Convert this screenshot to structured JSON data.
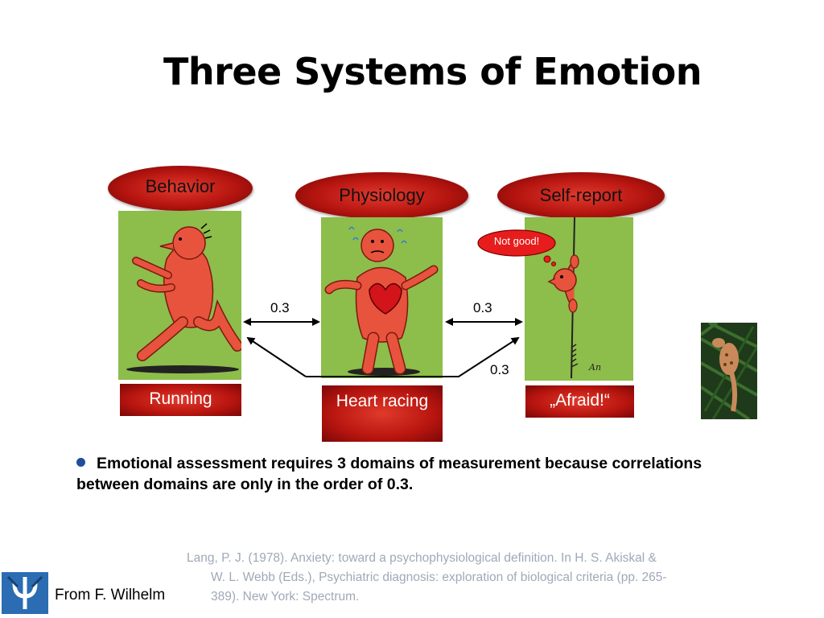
{
  "title": "Three Systems of Emotion",
  "systems": [
    {
      "name": "Behavior",
      "caption": "Running"
    },
    {
      "name": "Physiology",
      "caption": "Heart racing"
    },
    {
      "name": "Self-report",
      "caption": "„Afraid!“"
    }
  ],
  "speech_bubble": "Not good!",
  "correlations": {
    "behavior_physiology": "0.3",
    "physiology_selfreport": "0.3",
    "behavior_selfreport": "0.3"
  },
  "bullet": "Emotional assessment requires 3 domains of measurement because correlations between domains are only in the order of 0.3.",
  "reference_lines": [
    "Lang, P. J. (1978). Anxiety: toward a psychophysiological definition. In H. S. Akiskal &",
    "W. L. Webb (Eds.), Psychiatric diagnosis: exploration of biological criteria (pp. 265-",
    "389). New York: Spectrum."
  ],
  "credit": "From F. Wilhelm",
  "colors": {
    "oval_red": "#b5140f",
    "panel_green": "#8dbd4a",
    "bullet_blue": "#1f4e9c",
    "reference_gray": "#a0a8b8"
  },
  "icons": [
    "running-man-illustration",
    "heart-racing-man-illustration",
    "clinging-man-illustration",
    "gecko-photo",
    "psi-logo-icon"
  ]
}
